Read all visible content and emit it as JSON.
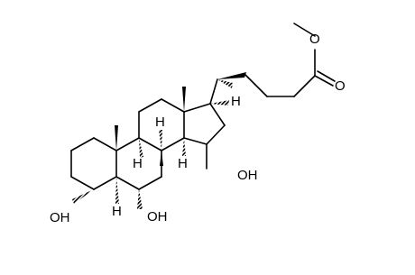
{
  "molecule": {
    "atom_labels": {
      "ester_oxygen": "O",
      "carbonyl_oxygen": "O",
      "hydroxyl_3": "OH",
      "hydroxyl_7": "OH",
      "hydroxyl_15": "OH",
      "h_5": "H",
      "h_8": "H",
      "h_9": "H",
      "h_14": "H",
      "h_17": "H"
    },
    "colors": {
      "bond": "#000000",
      "label": "#000000",
      "background": "#ffffff"
    }
  }
}
